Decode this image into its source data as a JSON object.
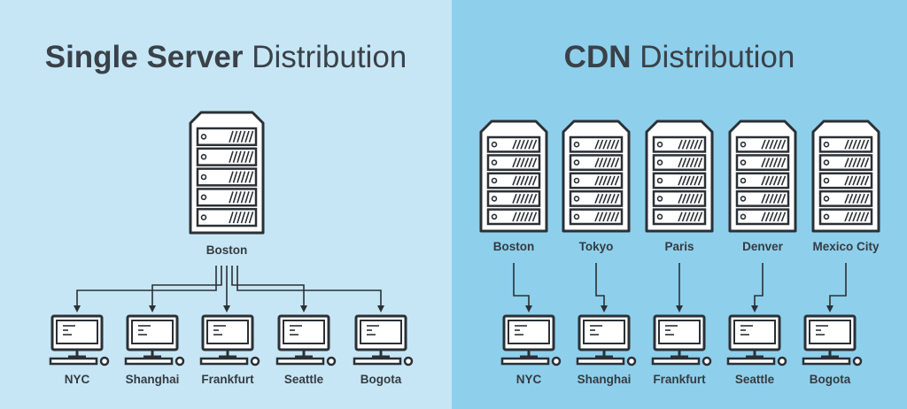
{
  "colors": {
    "left_background": "#c6e6f5",
    "right_background": "#8ecfec",
    "server_fill": "#ffffff",
    "outline": "#2b3035"
  },
  "left_panel": {
    "title_bold": "Single Server",
    "title_regular": "Distribution",
    "server": {
      "label": "Boston",
      "icon": "server-rack-icon"
    },
    "clients": [
      {
        "label": "NYC",
        "icon": "desktop-computer-icon"
      },
      {
        "label": "Shanghai",
        "icon": "desktop-computer-icon"
      },
      {
        "label": "Frankfurt",
        "icon": "desktop-computer-icon"
      },
      {
        "label": "Seattle",
        "icon": "desktop-computer-icon"
      },
      {
        "label": "Bogota",
        "icon": "desktop-computer-icon"
      }
    ]
  },
  "right_panel": {
    "title_bold": "CDN",
    "title_regular": "Distribution",
    "servers": [
      {
        "label": "Boston",
        "icon": "server-rack-icon"
      },
      {
        "label": "Tokyo",
        "icon": "server-rack-icon"
      },
      {
        "label": "Paris",
        "icon": "server-rack-icon"
      },
      {
        "label": "Denver",
        "icon": "server-rack-icon"
      },
      {
        "label": "Mexico City",
        "icon": "server-rack-icon"
      }
    ],
    "clients": [
      {
        "label": "NYC",
        "icon": "desktop-computer-icon"
      },
      {
        "label": "Shanghai",
        "icon": "desktop-computer-icon"
      },
      {
        "label": "Frankfurt",
        "icon": "desktop-computer-icon"
      },
      {
        "label": "Seattle",
        "icon": "desktop-computer-icon"
      },
      {
        "label": "Bogota",
        "icon": "desktop-computer-icon"
      }
    ]
  }
}
